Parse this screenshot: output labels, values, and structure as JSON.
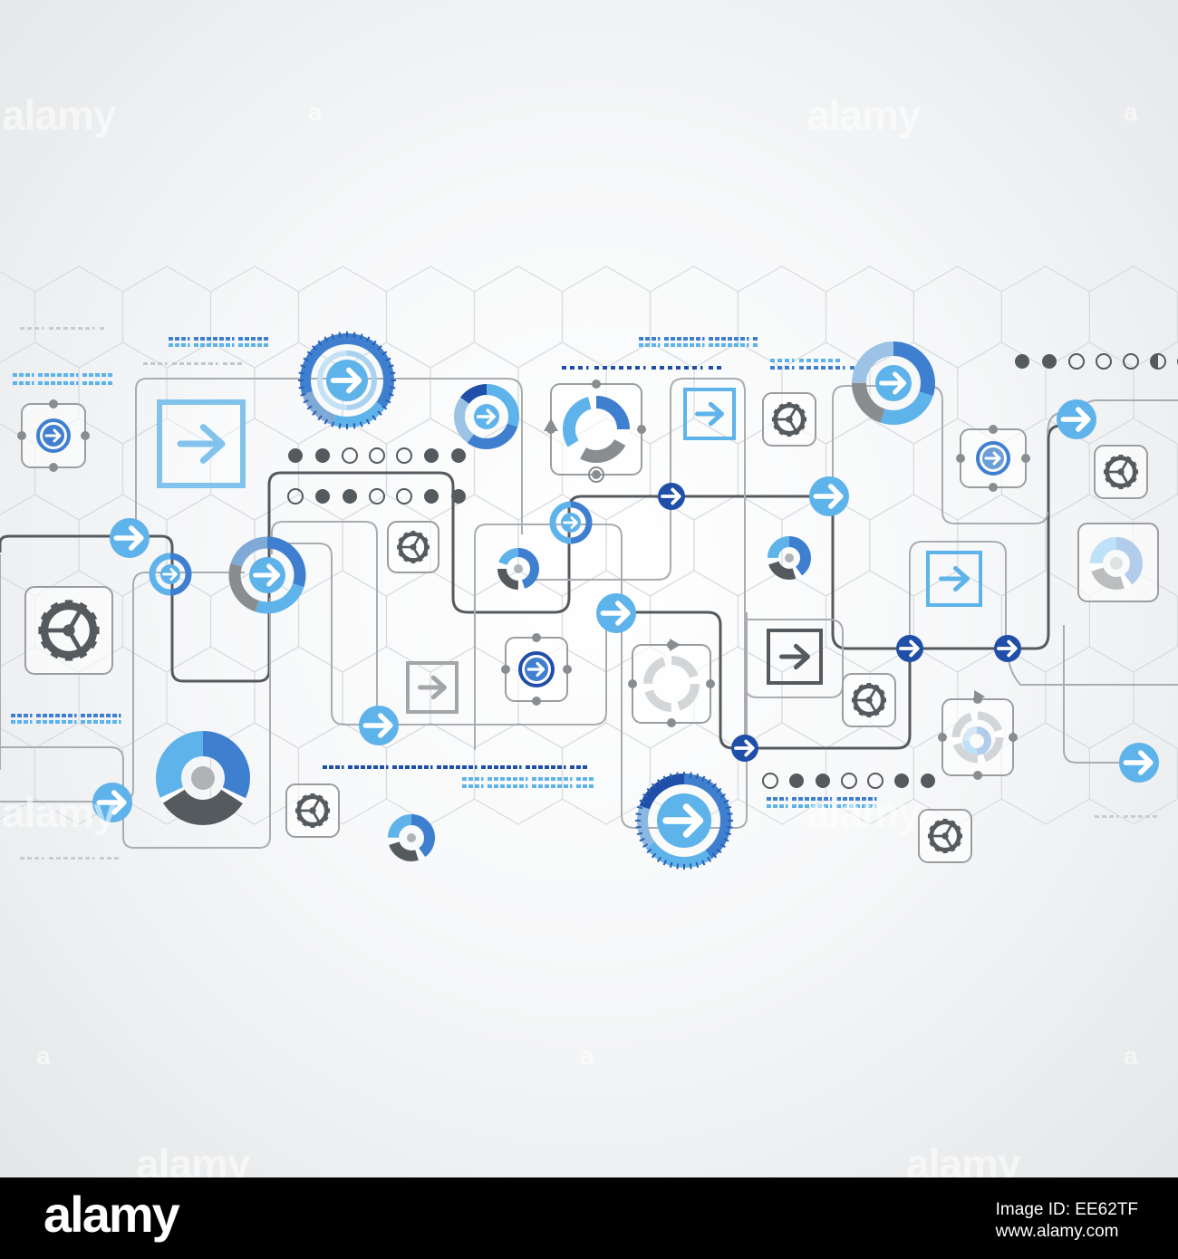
{
  "watermark": {
    "text": "alamy",
    "alpha": "a"
  },
  "footer": {
    "logo": "alamy",
    "image_id_label": "Image ID: EE62TF",
    "site": "www.alamy.com"
  },
  "colors": {
    "light_blue": "#5eb3ea",
    "mid_blue": "#3f7fd0",
    "dark_blue": "#1f4fa8",
    "gray": "#8a8d90",
    "dark_gray": "#555a5e",
    "line": "#a9adb1",
    "hex": "#d9dcdf"
  },
  "icons": [
    "arrow-right-icon",
    "gear-icon",
    "donut-icon",
    "dot-row-icon"
  ]
}
